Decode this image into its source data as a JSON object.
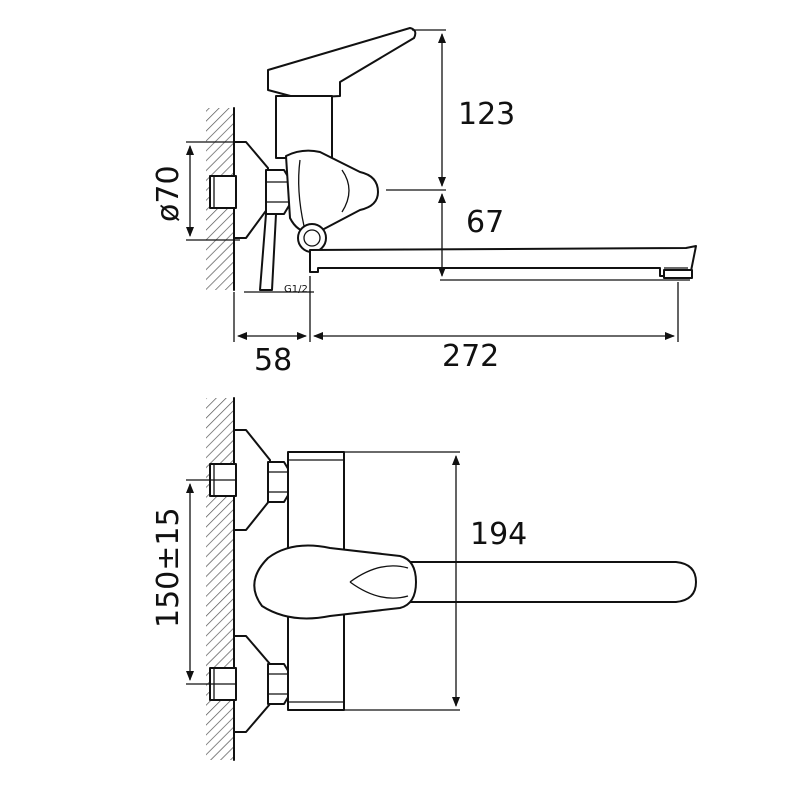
{
  "dimensions": {
    "handle_height": "123",
    "spout_height": "67",
    "flange_diameter": "ø70",
    "wall_offset": "58",
    "spout_reach": "272",
    "body_height": "194",
    "inlet_spacing": "150±15",
    "thread_size": "G1/2"
  }
}
